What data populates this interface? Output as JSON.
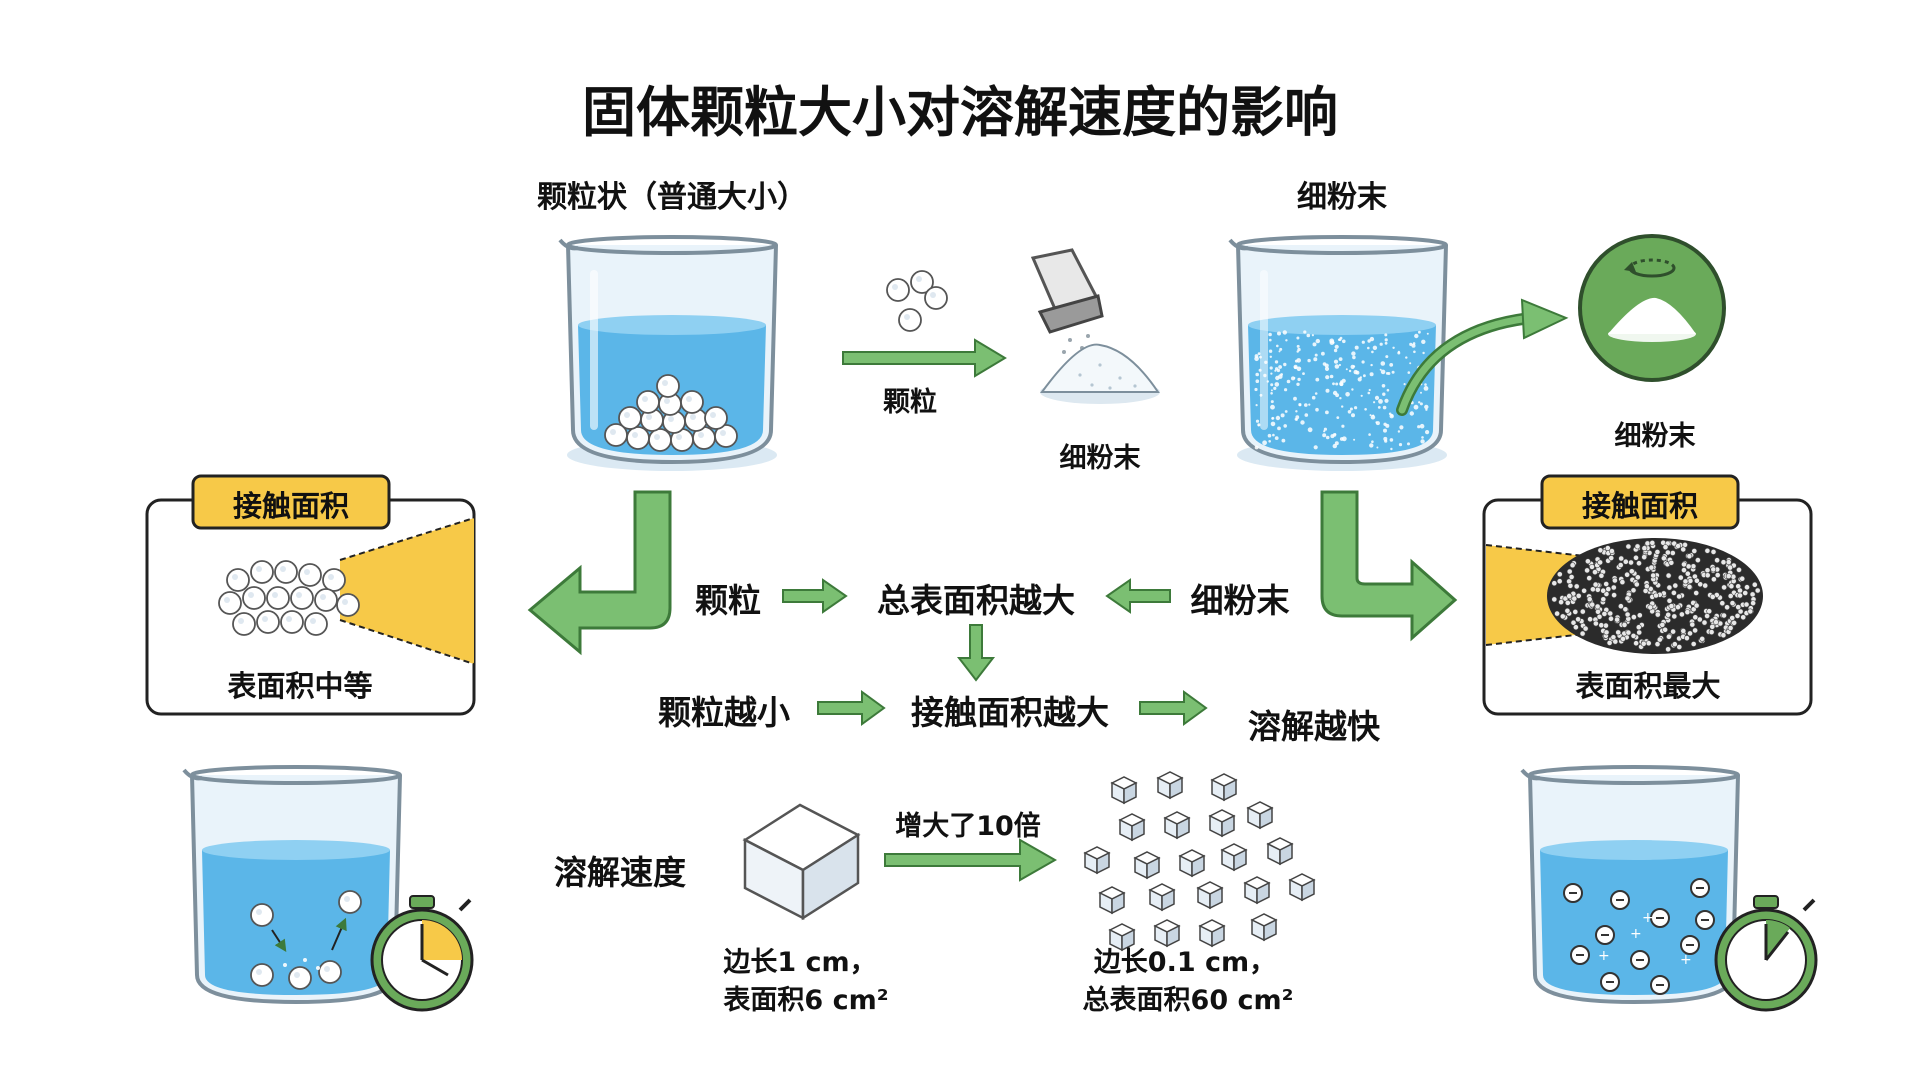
{
  "title": "固体颗粒大小对溶解速度的影响",
  "left_header": "颗粒状（普通大小）",
  "right_header": "细粉末",
  "transition": {
    "arrow_label": "颗粒",
    "powder_label": "细粉末",
    "zoom_label": "细粉末"
  },
  "left_box": {
    "tag": "接触面积",
    "caption": "表面积中等"
  },
  "right_box": {
    "tag": "接触面积",
    "caption": "表面积最大"
  },
  "flow": {
    "granule": "颗粒",
    "total_area_larger": "总表面积越大",
    "powder": "细粉末",
    "smaller_particles": "颗粒越小",
    "contact_area_larger": "接触面积越大",
    "faster_dissolving": "溶解越快"
  },
  "bottom": {
    "label": "溶解速度",
    "arrow_label": "增大了10倍",
    "cube_line1": "边长1 cm，",
    "cube_line2": "表面积6 cm²",
    "small_line1": "边长0.1 cm，",
    "small_line2": "总表面积60 cm²"
  },
  "colors": {
    "water": "#5bb6e8",
    "water_dark": "#3a94cf",
    "arrow_green": "#7bbf72",
    "arrow_green_dark": "#3d7a3a",
    "tag_yellow": "#f7c948",
    "timer_green": "#6aaa5a"
  }
}
